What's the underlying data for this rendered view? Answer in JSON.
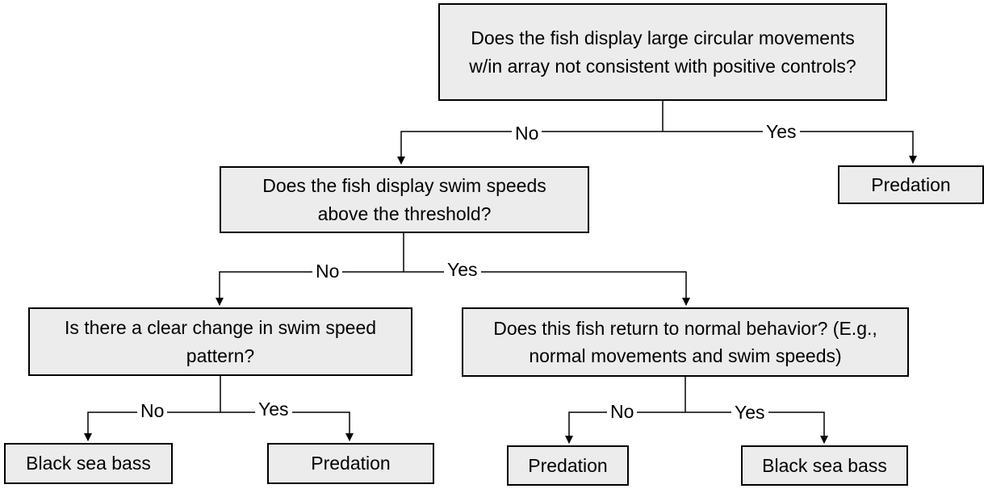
{
  "diagram": {
    "q1": "Does the fish display large circular movements w/in array not consistent with positive controls?",
    "q1_no": "No",
    "q1_yes": "Yes",
    "q1_yes_outcome": "Predation",
    "q2": "Does the fish display swim speeds above the threshold?",
    "q2_no": "No",
    "q2_yes": "Yes",
    "q3": "Is there a clear change in swim speed pattern?",
    "q3_no": "No",
    "q3_yes": "Yes",
    "q3_no_outcome": "Black sea bass",
    "q3_yes_outcome": "Predation",
    "q4": "Does this fish return to normal behavior? (E.g., normal movements and swim speeds)",
    "q4_no": "No",
    "q4_yes": "Yes",
    "q4_no_outcome": "Predation",
    "q4_yes_outcome": "Black sea bass"
  },
  "colors": {
    "box_fill": "#ececec",
    "line": "#000000"
  }
}
